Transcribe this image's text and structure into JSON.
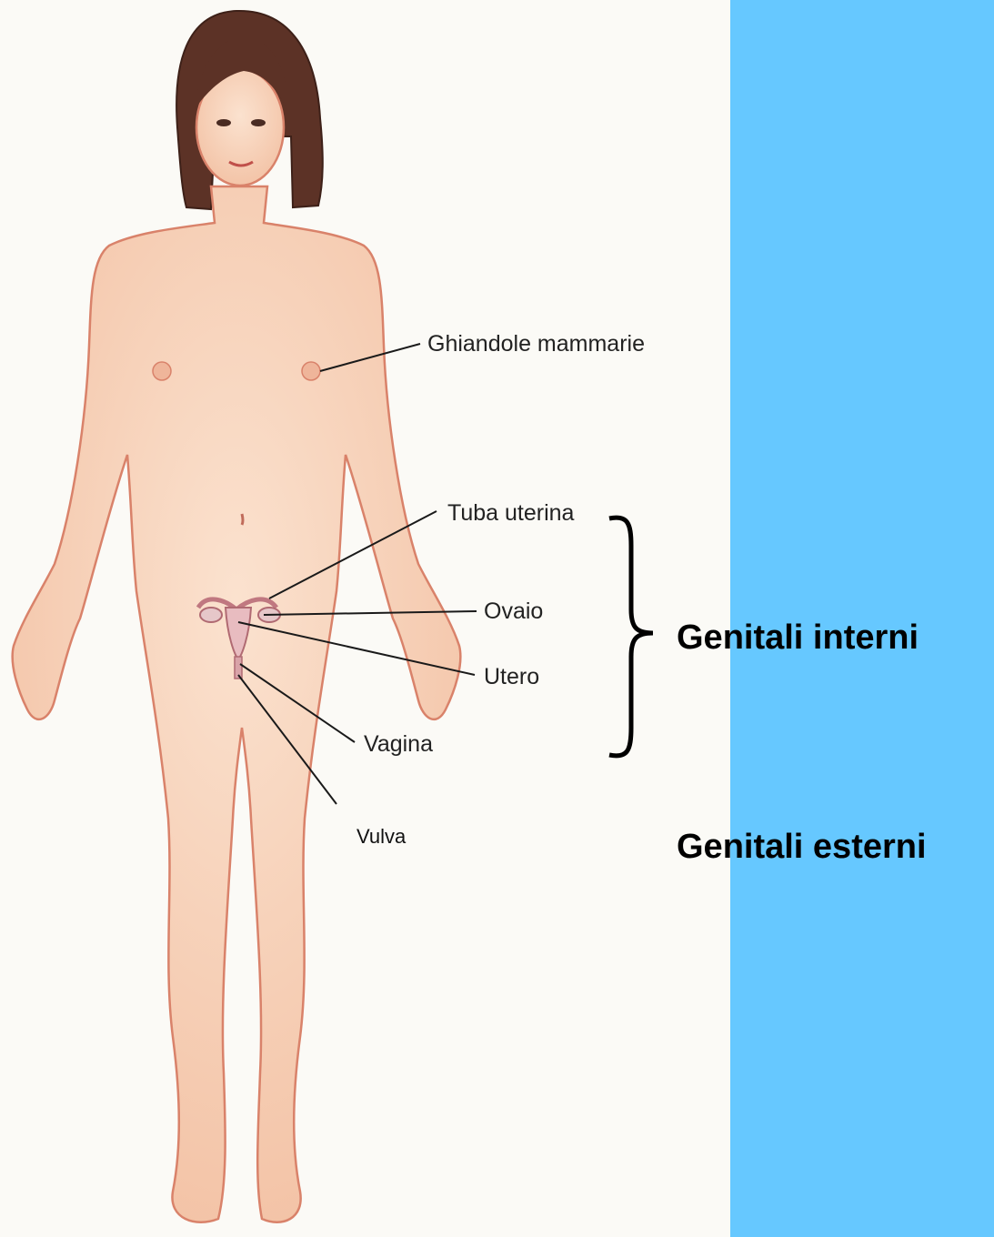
{
  "colors": {
    "background": "#fbfaf6",
    "panel": "#66c8ff",
    "skin": "#f6cdb2",
    "skin_outline": "#d9826a",
    "hair": "#5c3226",
    "leader": "#1a1a1a"
  },
  "labels": {
    "breasts": "Ghiandole mammarie",
    "tube": "Tuba uterina",
    "ovary": "Ovaio",
    "uterus": "Utero",
    "vagina": "Vagina",
    "vulva": "Vulva"
  },
  "groups": {
    "internal": "Genitali interni",
    "external": "Genitali esterni"
  }
}
